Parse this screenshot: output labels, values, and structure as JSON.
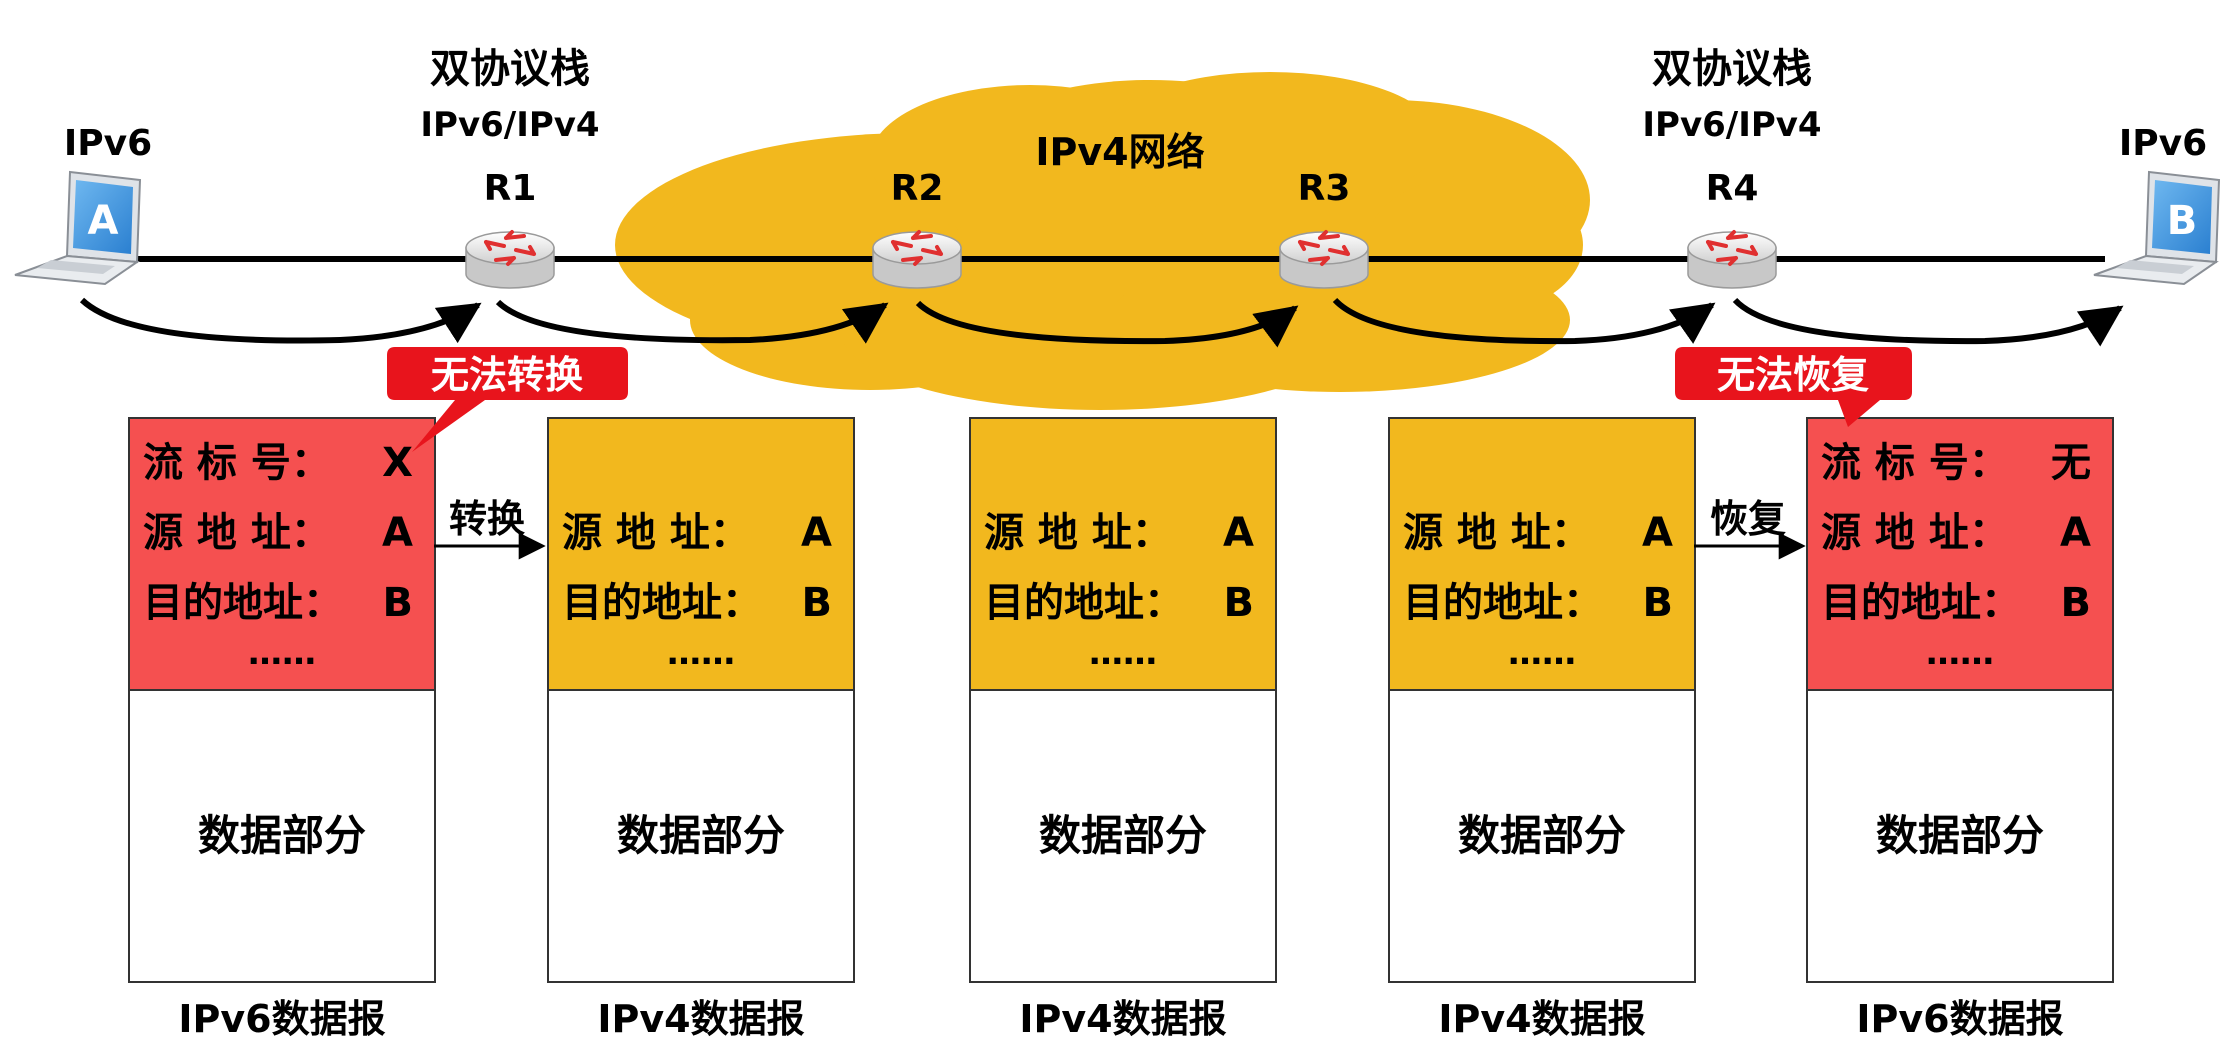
{
  "colors": {
    "cloud": "#F2B81E",
    "ipv6_header": "#F55050",
    "ipv4_header": "#F2B81E",
    "callout": "#E8141C",
    "line": "#000000",
    "packet_border": "#333333"
  },
  "top_labels": {
    "dual_stack_left": "双协议栈",
    "dual_stack_left_sub": "IPv6/IPv4",
    "dual_stack_right": "双协议栈",
    "dual_stack_right_sub": "IPv6/IPv4",
    "ipv6_left": "IPv6",
    "ipv6_right": "IPv6",
    "cloud_label": "IPv4网络"
  },
  "hosts": [
    {
      "letter": "A",
      "icon": "laptop-icon"
    },
    {
      "letter": "B",
      "icon": "laptop-icon"
    }
  ],
  "routers": [
    {
      "name": "R1",
      "icon": "router-icon"
    },
    {
      "name": "R2",
      "icon": "router-icon"
    },
    {
      "name": "R3",
      "icon": "router-icon"
    },
    {
      "name": "R4",
      "icon": "router-icon"
    }
  ],
  "callouts": {
    "cannot_convert": "无法转换",
    "cannot_recover": "无法恢复"
  },
  "arrows": {
    "convert": "转换",
    "recover": "恢复"
  },
  "packets": [
    {
      "kind": "ipv6",
      "fields": [
        {
          "name": "流 标 号：",
          "value": "X"
        },
        {
          "name": "源 地 址：",
          "value": "A"
        },
        {
          "name": "目的地址：",
          "value": "B"
        }
      ],
      "ellipsis": "……",
      "payload": "数据部分",
      "caption": "IPv6数据报"
    },
    {
      "kind": "ipv4",
      "fields": [
        {
          "name": "源 地 址：",
          "value": "A"
        },
        {
          "name": "目的地址：",
          "value": "B"
        }
      ],
      "ellipsis": "……",
      "payload": "数据部分",
      "caption": "IPv4数据报"
    },
    {
      "kind": "ipv4",
      "fields": [
        {
          "name": "源 地 址：",
          "value": "A"
        },
        {
          "name": "目的地址：",
          "value": "B"
        }
      ],
      "ellipsis": "……",
      "payload": "数据部分",
      "caption": "IPv4数据报"
    },
    {
      "kind": "ipv4",
      "fields": [
        {
          "name": "源 地 址：",
          "value": "A"
        },
        {
          "name": "目的地址：",
          "value": "B"
        }
      ],
      "ellipsis": "……",
      "payload": "数据部分",
      "caption": "IPv4数据报"
    },
    {
      "kind": "ipv6",
      "fields": [
        {
          "name": "流 标 号：",
          "value": "无"
        },
        {
          "name": "源 地 址：",
          "value": "A"
        },
        {
          "name": "目的地址：",
          "value": "B"
        }
      ],
      "ellipsis": "……",
      "payload": "数据部分",
      "caption": "IPv6数据报"
    }
  ]
}
